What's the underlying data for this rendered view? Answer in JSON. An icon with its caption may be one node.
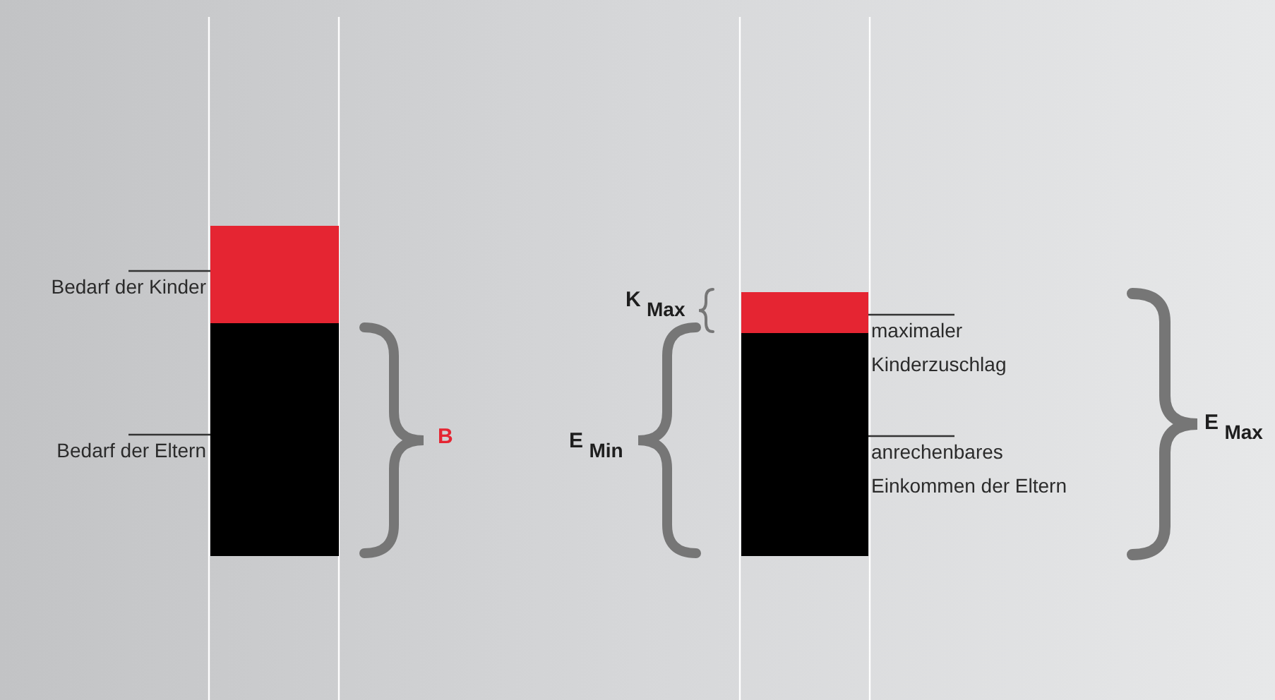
{
  "diagram": {
    "nodes": [
      {
        "text": [],
        "shape": "bar"
      },
      {
        "text": [],
        "shape": "bar"
      },
      {
        "text": [],
        "shape": "bar"
      },
      {
        "text": [],
        "shape": "bar"
      },
      {
        "text": [
          "Bedarf der Kinder"
        ]
      },
      {
        "text": [
          "Bedarf der Eltern"
        ]
      },
      {
        "text": [
          "maximaler Kinderzuschlag"
        ]
      },
      {
        "text": [
          "anrechenbares Einkommen der Eltern"
        ]
      }
    ],
    "edges": [
      {
        "from": 4,
        "to": 0,
        "arrow": "none"
      },
      {
        "from": 5,
        "to": 1,
        "arrow": "none"
      },
      {
        "from": 6,
        "to": 2,
        "arrow": "none"
      },
      {
        "from": 7,
        "to": 3,
        "arrow": "none"
      }
    ],
    "labels": [
      "B",
      "K $_{Max}$",
      "E $_{Min}$",
      "E $_{Max}$"
    ]
  }
}
